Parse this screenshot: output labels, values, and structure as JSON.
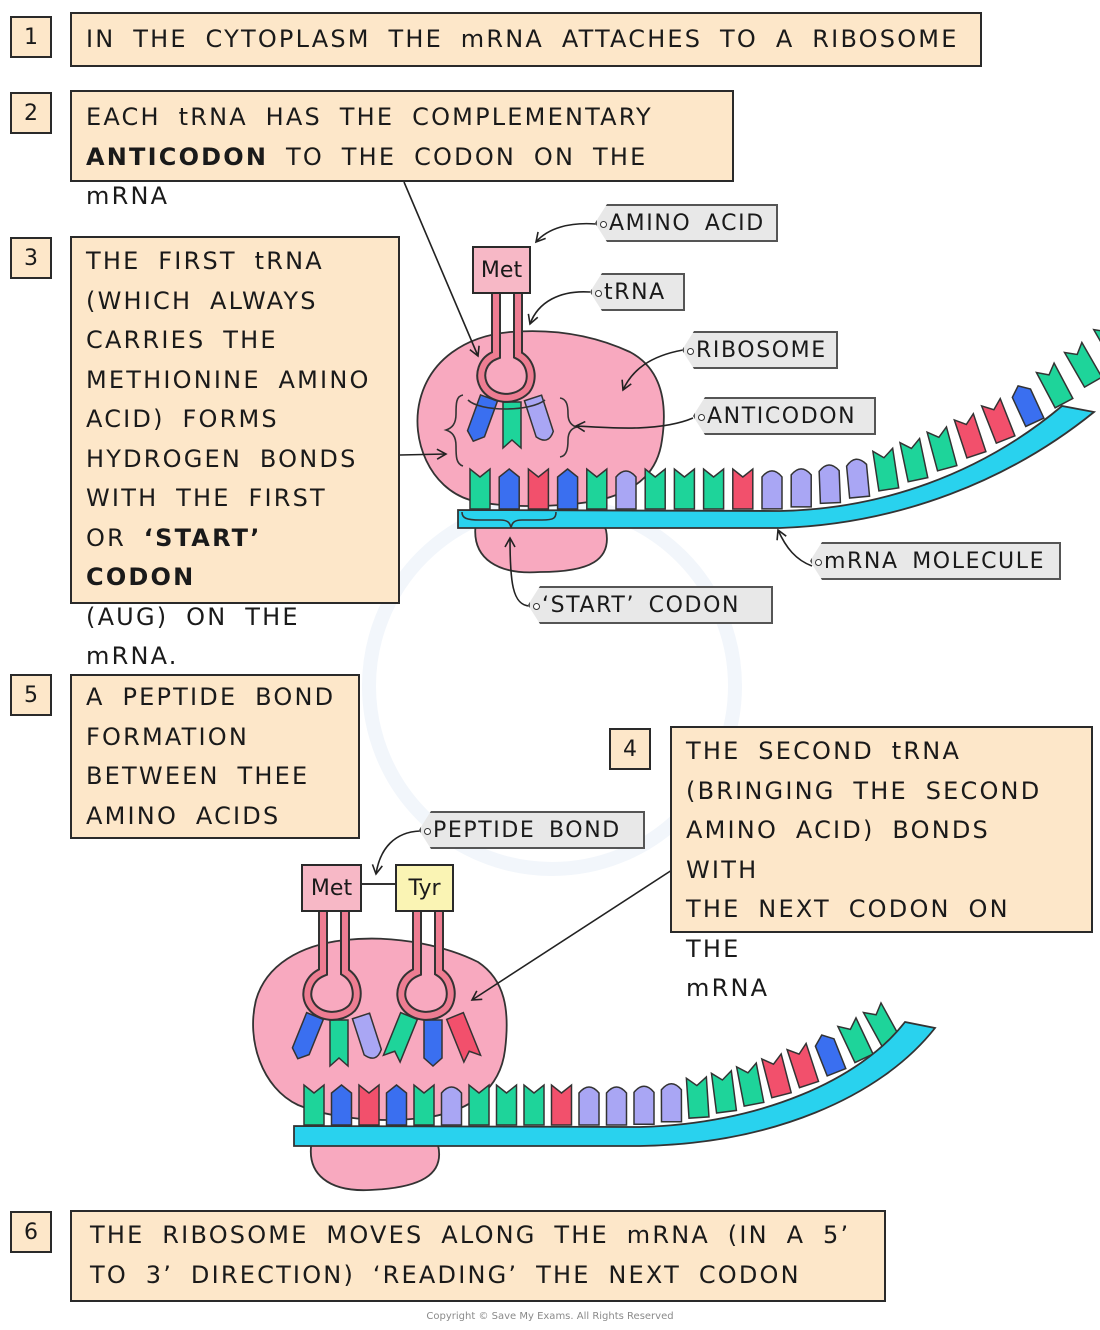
{
  "steps": [
    {
      "number": "1",
      "lines": [
        "IN THE CYTOPLASM THE mRNA ATTACHES TO A RIBOSOME"
      ]
    },
    {
      "number": "2",
      "line1": "EACH tRNA HAS THE COMPLEMENTARY",
      "line2_bold": "ANTICODON",
      "line2_rest": " TO THE CODON ON THE mRNA"
    },
    {
      "number": "3",
      "lines": [
        "THE FIRST tRNA",
        "(WHICH ALWAYS",
        "CARRIES THE",
        "METHIONINE AMINO",
        "ACID) FORMS",
        "HYDROGEN BONDS",
        "WITH THE FIRST"
      ],
      "line8_pre": "OR ",
      "line8_bold": "‘START’ CODON",
      "line9": "(AUG) ON THE mRNA."
    },
    {
      "number": "4",
      "lines": [
        "THE SECOND tRNA",
        "(BRINGING THE SECOND",
        "AMINO ACID) BONDS WITH",
        "THE NEXT CODON ON THE",
        "mRNA"
      ]
    },
    {
      "number": "5",
      "lines": [
        "A PEPTIDE BOND",
        "FORMATION",
        "BETWEEN THEE",
        "AMINO ACIDS"
      ]
    },
    {
      "number": "6",
      "lines": [
        "THE RIBOSOME MOVES ALONG THE mRNA (IN A 5’",
        "TO 3’ DIRECTION) ‘READING’ THE NEXT CODON"
      ]
    }
  ],
  "labels": {
    "amino_acid": "AMINO ACID",
    "trna": "tRNA",
    "ribosome": "RIBOSOME",
    "anticodon": "ANTICODON",
    "mrna_molecule": "mRNA MOLECULE",
    "start_codon": "‘START’ CODON",
    "peptide_bond": "PEPTIDE BOND"
  },
  "amino_acids": {
    "met": "Met",
    "met2": "Met",
    "tyr": "Tyr"
  },
  "colors": {
    "box_fill": "#fde7c9",
    "label_fill": "#e8e8e8",
    "ribosome": "#f8a9bf",
    "trna": "#ee7d92",
    "met_fill": "#f7b8c6",
    "tyr_fill": "#faf4b4",
    "mrna": "#29d2ee",
    "base_green": "#1ed49a",
    "base_blue": "#3a6ff0",
    "base_red": "#f2506c",
    "base_lavender": "#a9a6f4"
  },
  "copyright": "Copyright © Save My Exams. All Rights Reserved"
}
